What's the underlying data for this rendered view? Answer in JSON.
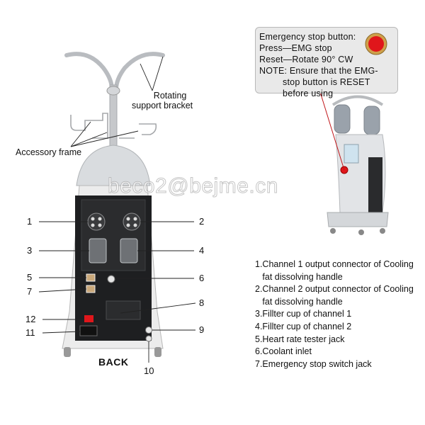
{
  "callout": {
    "lines": [
      "Emergency stop button:",
      "Press—EMG stop",
      "Reset—Rotate 90° CW",
      "NOTE: Ensure that the EMG-",
      "         stop button is RESET",
      "         before using"
    ],
    "button_color": "#e0161b"
  },
  "top_labels": {
    "rotating": [
      "Rotating",
      "support bracket"
    ],
    "accessory": "Accessory frame"
  },
  "numbers": {
    "n1": "1",
    "n2": "2",
    "n3": "3",
    "n4": "4",
    "n5": "5",
    "n6": "6",
    "n7": "7",
    "n8": "8",
    "n9": "9",
    "n10": "10",
    "n11": "11",
    "n12": "12"
  },
  "back_label": "BACK",
  "watermark": "beco2@bejme.cn",
  "legend": [
    "1.Channel 1 output connector of Cooling",
    "   fat dissolving handle",
    "2.Channel 2 output connector of Cooling",
    "   fat dissolving handle",
    "3.Fillter cup of channel 1",
    "4.Fillter cup of channel 2",
    "5.Heart rate tester jack",
    "6.Coolant inlet",
    "7.Emergency stop switch jack"
  ]
}
